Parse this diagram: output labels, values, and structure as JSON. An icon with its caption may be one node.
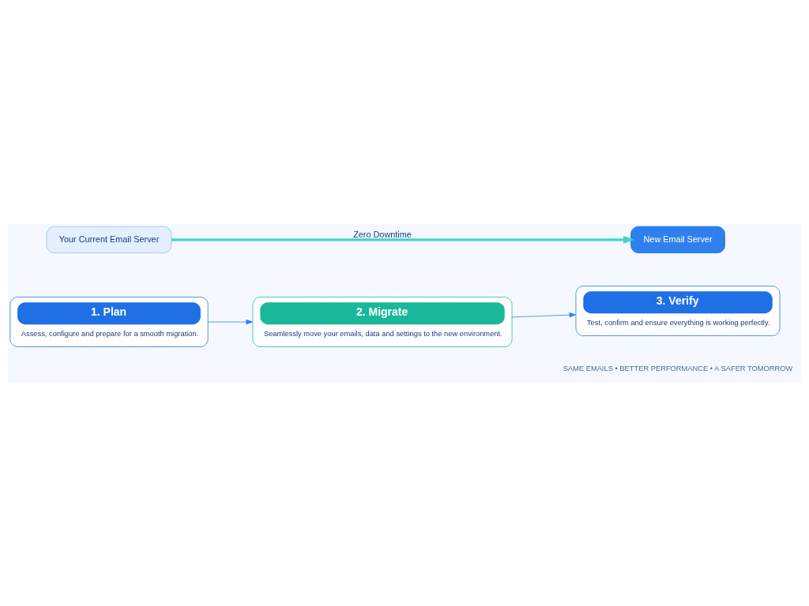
{
  "diagram": {
    "nodes": [
      {
        "text": [
          "Your Current Email Server"
        ]
      },
      {
        "text": [
          "New Email Server"
        ]
      },
      {
        "text": [
          "1. Plan",
          "Assess, configure and prepare for a smooth migration."
        ]
      },
      {
        "text": [
          "2. Migrate",
          "Seamlessly move your emails, data and settings to the new environment."
        ]
      },
      {
        "text": [
          "3. Verify",
          "Test, confirm and ensure everything is working perfectly."
        ]
      }
    ],
    "edges": [
      {
        "from": 0,
        "to": 1,
        "arrow": "to",
        "label": "Zero Downtime",
        "style": "thick",
        "color": "#3fd6c8"
      },
      {
        "from": 2,
        "to": 3,
        "arrow": "to"
      },
      {
        "from": 3,
        "to": 4,
        "arrow": "to"
      }
    ],
    "labels": [
      "SAME EMAILS • BETTER PERFORMANCE • A SAFER TOMORROW"
    ]
  }
}
